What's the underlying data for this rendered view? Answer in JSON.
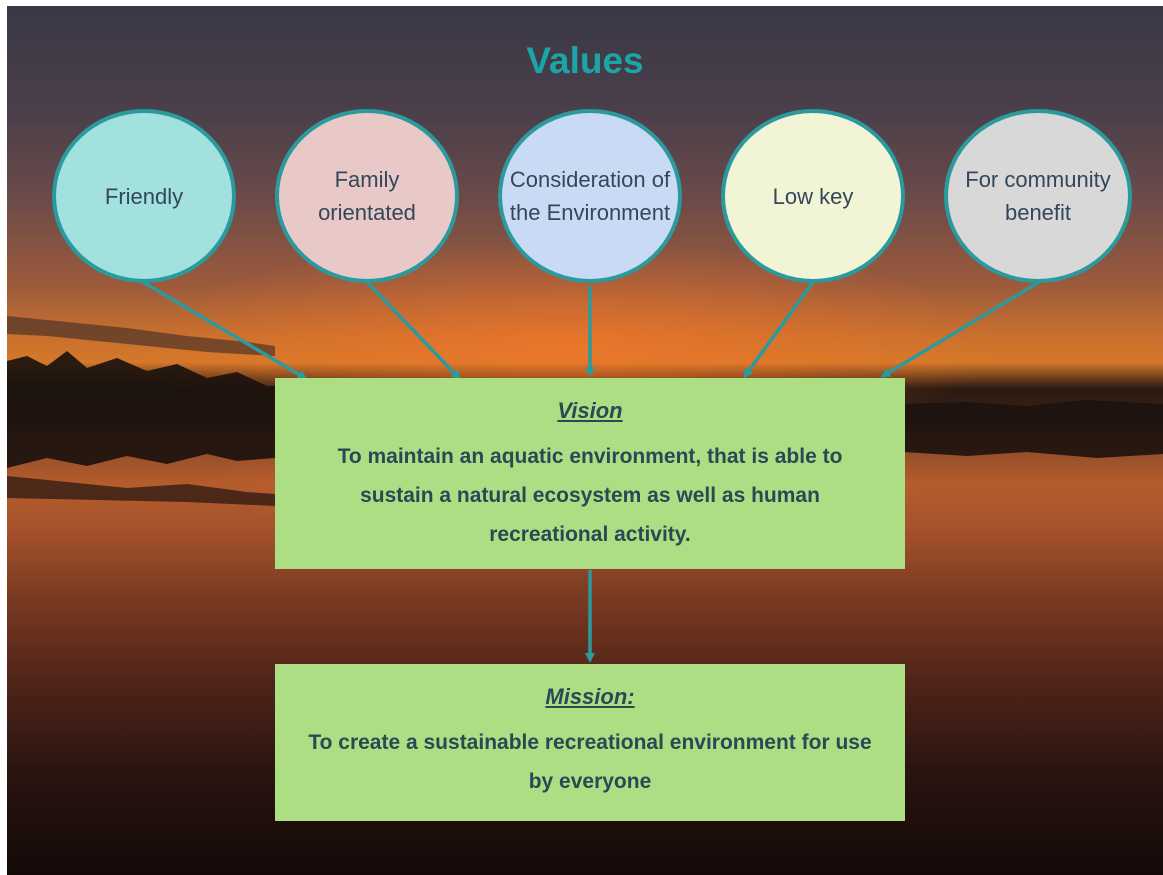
{
  "title": "Values",
  "values": [
    {
      "label": "Friendly",
      "fill": "#a3e1df"
    },
    {
      "label": "Family orientated",
      "fill": "#e8c9c8"
    },
    {
      "label": "Consideration of the Environment",
      "fill": "#c9dbf4"
    },
    {
      "label": "Low key",
      "fill": "#f1f4d5"
    },
    {
      "label": "For community benefit",
      "fill": "#d8d8d8"
    }
  ],
  "vision": {
    "heading": "Vision",
    "text": "To maintain an aquatic environment, that is able to sustain a natural ecosystem as well as human recreational activity."
  },
  "mission": {
    "heading": "Mission:",
    "text": "To create a sustainable recreational environment for use by everyone"
  },
  "colors": {
    "accent": "#2a9a9e",
    "box_fill": "#aede84",
    "title": "#1aa6a8"
  }
}
